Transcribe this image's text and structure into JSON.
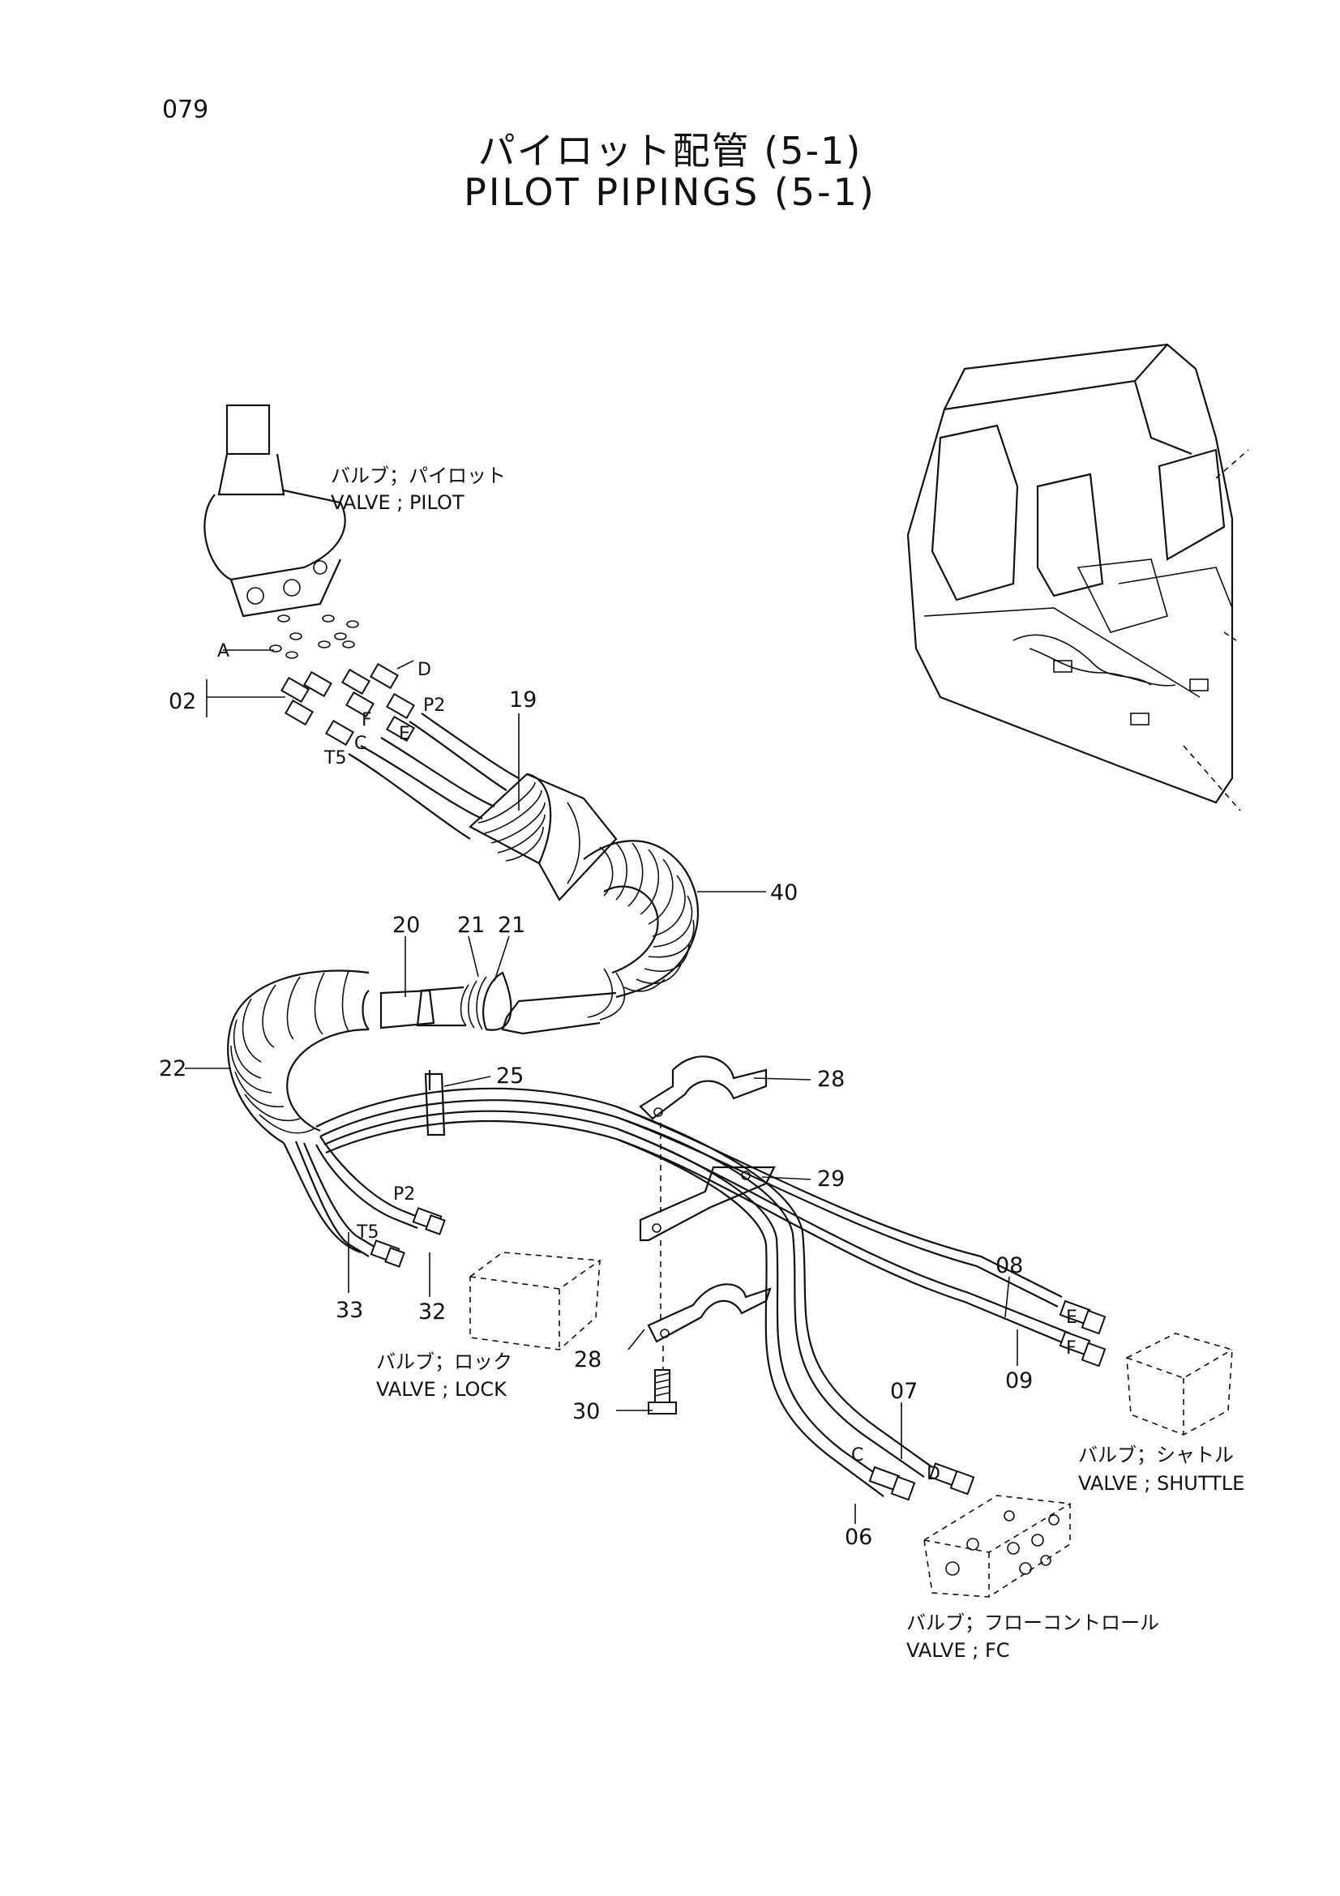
{
  "page_number": "079",
  "title": {
    "japanese": "パイロット配管 (5-1)",
    "english": "PILOT PIPINGS (5-1)"
  },
  "part_callouts": [
    "02",
    "A",
    "D",
    "P2",
    "E",
    "F",
    "C",
    "T5",
    "19",
    "40",
    "20",
    "21",
    "21",
    "22",
    "25",
    "28",
    "29",
    "28",
    "30",
    "33",
    "32",
    "P2",
    "T5",
    "08",
    "09",
    "E",
    "F",
    "07",
    "06",
    "C",
    "D"
  ],
  "component_labels": {
    "pilot_valve": {
      "jp": "バルブ；パイロット",
      "en": "VALVE ; PILOT"
    },
    "lock_valve": {
      "jp": "バルブ；ロック",
      "en": "VALVE ; LOCK"
    },
    "shuttle_valve": {
      "jp": "バルブ；シャトル",
      "en": "VALVE ; SHUTTLE"
    },
    "fc_valve": {
      "jp": "バルブ；フローコントロール",
      "en": "VALVE ; FC"
    }
  }
}
